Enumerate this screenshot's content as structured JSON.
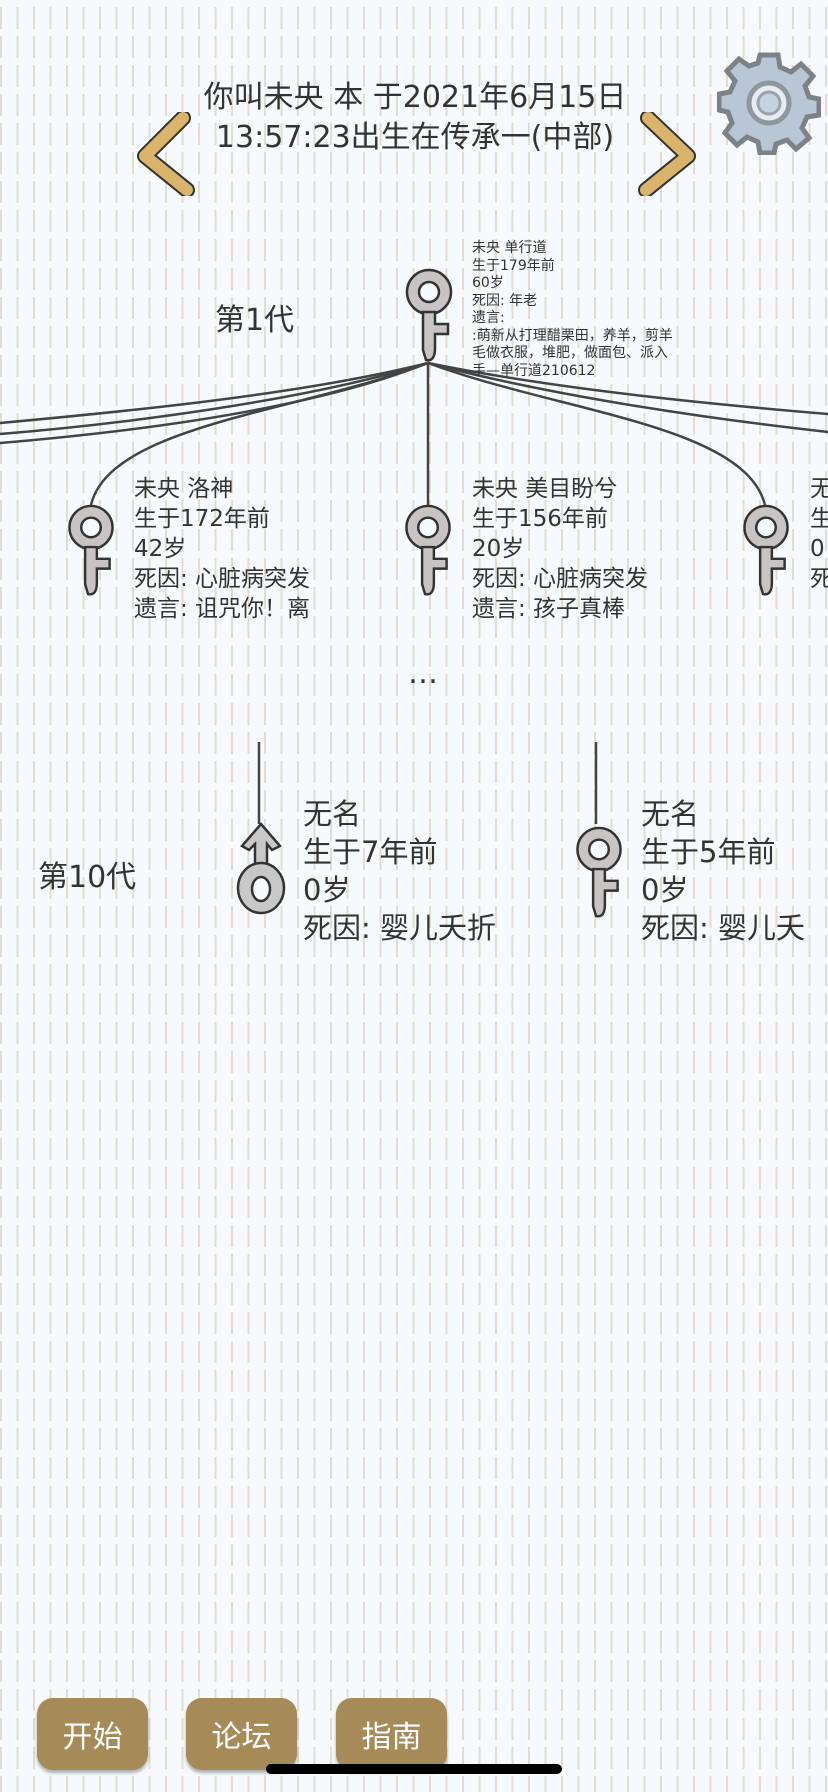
{
  "header": {
    "title_line1": "你叫未央 本 于2021年6月15日",
    "title_line2": "13:57:23出生在传承一(中部)",
    "prev_icon": "chevron-left-icon",
    "next_icon": "chevron-right-icon",
    "settings_icon": "gear-icon"
  },
  "colors": {
    "button": "#a68a58",
    "chevron": "#d9b46a",
    "gear": "#aab8c8"
  },
  "generation1": {
    "label": "第1代",
    "root": {
      "gender": "female",
      "lines": [
        "未央 单行道",
        "生于179年前",
        "60岁",
        "死因: 年老",
        "遗言:",
        ":萌新从打理醋栗田，养羊，剪羊",
        "毛做衣服，堆肥，做面包、派入",
        "手—单行道210612"
      ]
    },
    "children": [
      {
        "gender": "female",
        "lines": [
          "未央 洛神",
          "生于172年前",
          "42岁",
          "死因: 心脏病突发",
          "遗言: 诅咒你！离"
        ]
      },
      {
        "gender": "female",
        "lines": [
          "未央 美目盼兮",
          "生于156年前",
          "20岁",
          "死因: 心脏病突发",
          "遗言: 孩子真棒"
        ]
      },
      {
        "gender": "female",
        "lines": [
          "无",
          "生",
          "0",
          "死"
        ]
      }
    ]
  },
  "ellipsis": "…",
  "generation10": {
    "label": "第10代",
    "members": [
      {
        "gender": "male",
        "lines": [
          "无名",
          "生于7年前",
          "0岁",
          "死因: 婴儿夭折"
        ]
      },
      {
        "gender": "female",
        "lines": [
          "无名",
          "生于5年前",
          "0岁",
          "死因: 婴儿夭"
        ]
      }
    ]
  },
  "footer": {
    "buttons": [
      {
        "label": "开始"
      },
      {
        "label": "论坛"
      },
      {
        "label": "指南"
      }
    ]
  }
}
